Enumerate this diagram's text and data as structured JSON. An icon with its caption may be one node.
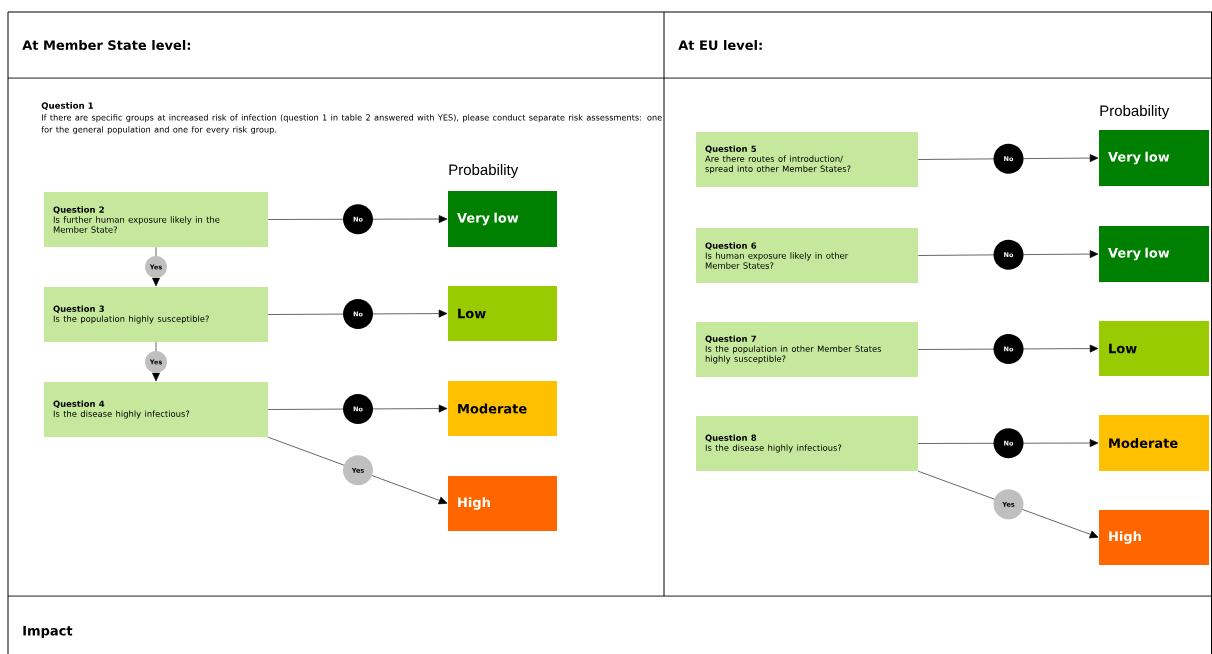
{
  "diagram": {
    "nodes": [
      {
        "text": [
          "Question 2",
          "Is further human exposure likely in the Member State?"
        ]
      },
      {
        "text": [
          "Very low"
        ]
      },
      {
        "text": [
          "Question 3",
          "Is the population highly susceptible?"
        ]
      },
      {
        "text": [
          "Low"
        ]
      },
      {
        "text": [
          "Question 4",
          "Is the disease highly infectious?"
        ]
      },
      {
        "text": [
          "Moderate"
        ]
      },
      {
        "text": [
          "High"
        ]
      },
      {
        "text": [
          "Question 5",
          "Are there routes of introduction/ spread into other Member States?"
        ]
      },
      {
        "text": [
          "Very low"
        ]
      },
      {
        "text": [
          "Question 6",
          "Is human exposure likely in other Member States?"
        ]
      },
      {
        "text": [
          "Very low"
        ]
      },
      {
        "text": [
          "Question 7",
          "Is the population in other Member States highly susceptible?"
        ]
      },
      {
        "text": [
          "Low"
        ]
      },
      {
        "text": [
          "Question 8",
          "Is the disease highly infectious?"
        ]
      },
      {
        "text": [
          "Moderate"
        ]
      },
      {
        "text": [
          "High"
        ]
      }
    ],
    "edges": [
      {
        "from": 0,
        "to": 1,
        "arrow": "to",
        "label": "No"
      },
      {
        "from": 0,
        "to": 2,
        "arrow": "to",
        "label": "Yes"
      },
      {
        "from": 2,
        "to": 3,
        "arrow": "to",
        "label": "No"
      },
      {
        "from": 2,
        "to": 4,
        "arrow": "to",
        "label": "Yes"
      },
      {
        "from": 4,
        "to": 5,
        "arrow": "to",
        "label": "No"
      },
      {
        "from": 4,
        "to": 6,
        "arrow": "to",
        "label": "Yes"
      },
      {
        "from": 7,
        "to": 8,
        "arrow": "to",
        "label": "No"
      },
      {
        "from": 9,
        "to": 10,
        "arrow": "to",
        "label": "No"
      },
      {
        "from": 11,
        "to": 12,
        "arrow": "to",
        "label": "No"
      },
      {
        "from": 13,
        "to": 14,
        "arrow": "to",
        "label": "No"
      },
      {
        "from": 13,
        "to": 15,
        "arrow": "to",
        "label": "Yes"
      }
    ],
    "labels": [
      "At Member State level:",
      "At EU level:",
      "Question 1",
      "If there are specific groups at increased risk of infection (question 1 in table 2 answered with YES), please conduct separate risk assessments: one for the general population and one for every risk group.",
      "Probability",
      "Probability",
      "Impact"
    ]
  }
}
